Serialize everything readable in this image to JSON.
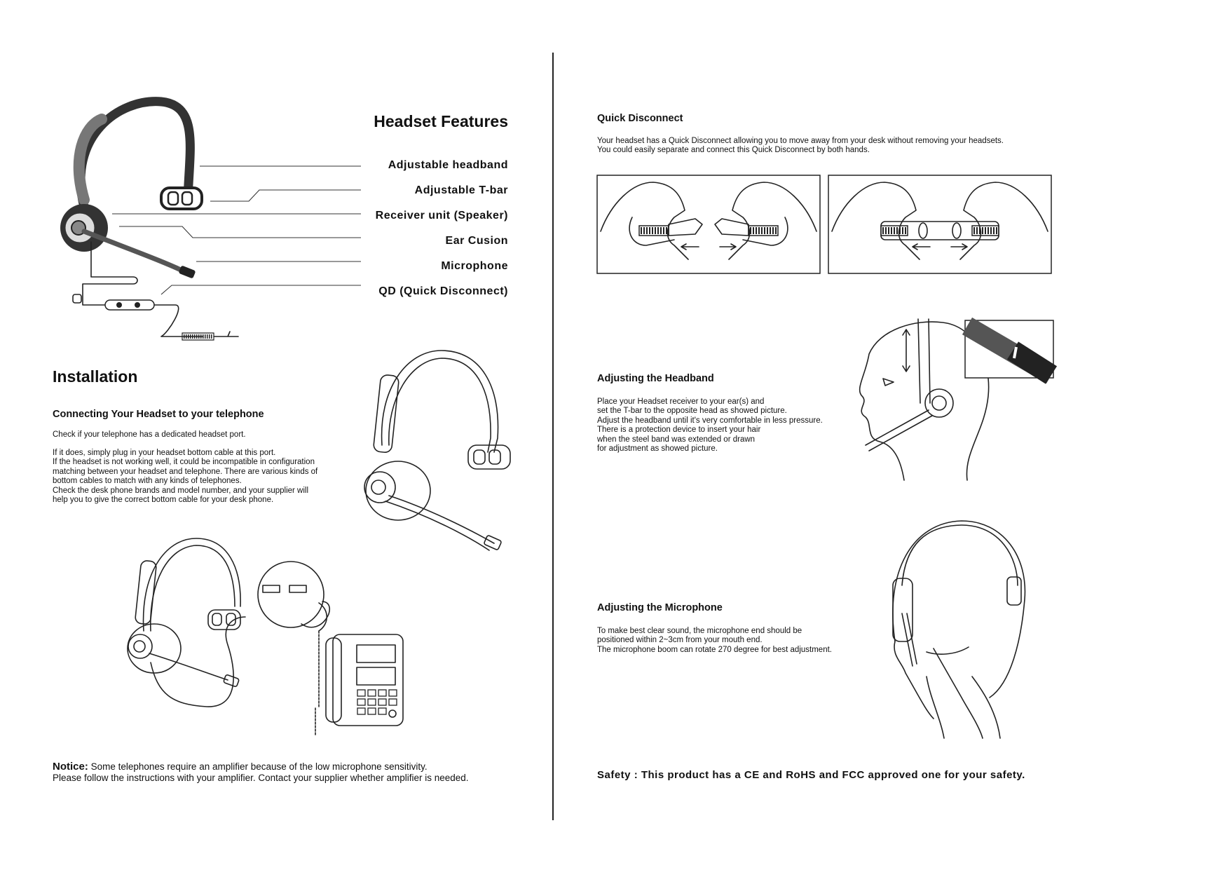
{
  "features": {
    "title": "Headset Features",
    "labels": [
      "Adjustable headband",
      "Adjustable T-bar",
      "Receiver unit (Speaker)",
      "Ear Cusion",
      "Microphone",
      "QD (Quick Disconnect)"
    ]
  },
  "installation": {
    "title": "Installation",
    "subtitle": "Connecting Your Headset to your telephone",
    "para1": "Check if your telephone has a dedicated headset port.",
    "para2": "If it does, simply plug in your headset bottom cable at this port.\nIf the headset is not working well, it could be incompatible in configuration\nmatching between your headset and telephone. There are various kinds of\nbottom cables to match with any kinds of telephones.\nCheck the desk phone brands and model number, and your supplier will\nhelp you to give the correct bottom cable for your desk phone."
  },
  "notice": {
    "label": "Notice:",
    "line1": " Some telephones require an amplifier because of the low microphone sensitivity.",
    "line2": "Please follow the instructions with your amplifier. Contact your supplier whether amplifier is needed."
  },
  "quick_disconnect": {
    "title": "Quick Disconnect",
    "text": "Your headset has a Quick Disconnect allowing you to move away from your desk without removing your headsets.\nYou could easily separate and connect this Quick Disconnect by both hands."
  },
  "headband": {
    "title": "Adjusting the Headband",
    "text": "Place your Headset receiver to your ear(s) and\nset the T-bar to the opposite head as showed picture.\nAdjust the headband until it's very comfortable in less pressure.\nThere is a protection device to insert your hair\nwhen the steel band was extended or drawn\nfor adjustment as showed picture."
  },
  "microphone": {
    "title": "Adjusting the Microphone",
    "text": "To make best clear sound, the microphone end should be\npositioned within 2~3cm from your mouth end.\nThe microphone boom can rotate 270 degree for best adjustment."
  },
  "safety": "Safety : This product has a CE and RoHS and FCC approved one for your safety."
}
